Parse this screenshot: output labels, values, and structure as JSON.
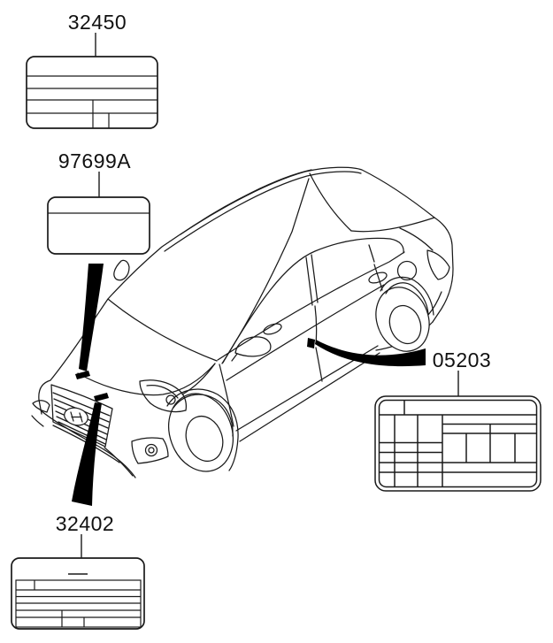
{
  "diagram": {
    "type": "vehicle-label-location-parts-diagram",
    "background_color": "#ffffff",
    "line_color": "#1a1a1a",
    "marker_color": "#000000",
    "vehicle": "sedan-three-quarter-front-left-view",
    "callouts": [
      {
        "part_number": "32450",
        "label_style": "rounded-box-5-rows"
      },
      {
        "part_number": "97699A",
        "label_style": "rounded-box-header-band"
      },
      {
        "part_number": "05203",
        "label_style": "double-border-grid",
        "points_to": "front-door-rear-edge"
      },
      {
        "part_number": "32402",
        "label_style": "rounded-box-table",
        "points_to": "hood-front-grille-area"
      }
    ]
  }
}
